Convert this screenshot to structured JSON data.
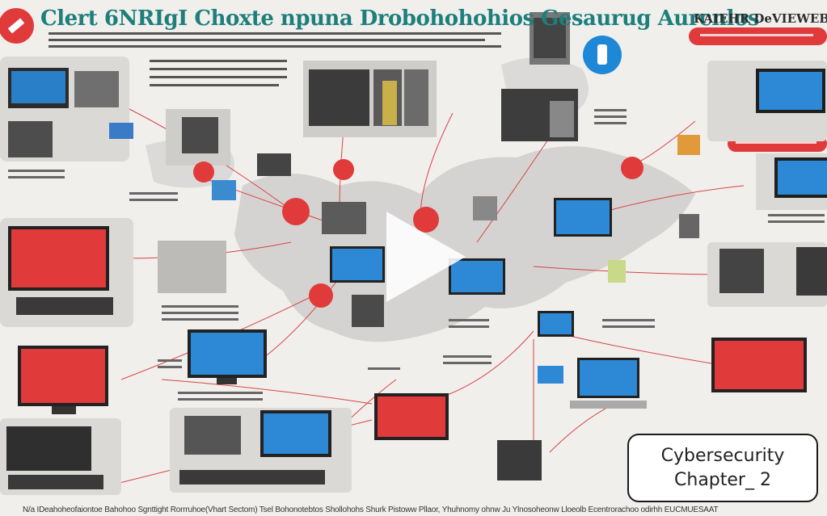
{
  "video": {
    "heading_left": "Clert 6NRIgI Choxte npuna Drobohohohios Gesaurug Aurcnlos",
    "heading_right": "KAIEHR DeVIEWEBSIS",
    "footer_text": "N/a IDeahoheofaiontoe   Bahohoo Sgnttight Rorrruhoe(Vhart Sectom) Tsel Bohonotebtos Shollohohs Shurk Pistoww Pllaor, Yhuhnomy ohnw Ju Ylnosoheonw Lloeolb Ecentrorachoo odirhh EUCMUESAAT",
    "caption_line1": "Cybersecurity",
    "caption_line2": "Chapter_ 2",
    "play_icon": "play-icon",
    "accent_red": "#e03a3a",
    "accent_blue": "#1e88d6"
  }
}
